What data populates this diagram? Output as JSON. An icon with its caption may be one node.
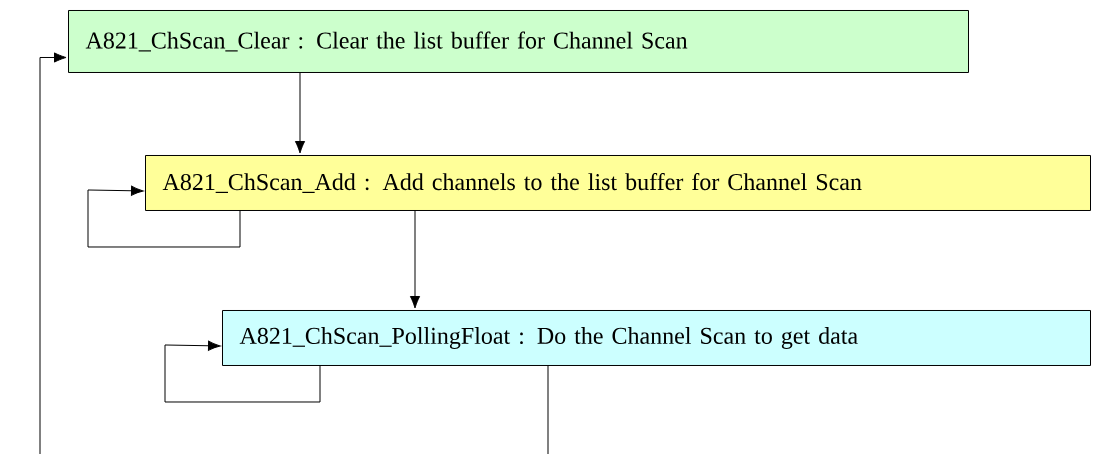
{
  "diagram": {
    "nodes": [
      {
        "text": [
          "A821_ChScan_Clear : Clear the list buffer for Channel Scan"
        ]
      },
      {
        "text": [
          "A821_ChScan_Add : Add channels to the list buffer for Channel Scan"
        ]
      },
      {
        "text": [
          "A821_ChScan_PollingFloat : Do the Channel Scan to get data"
        ]
      }
    ],
    "edges": [
      {
        "from": 0,
        "to": 1,
        "arrow": "to"
      },
      {
        "from": 1,
        "to": 1,
        "arrow": "to"
      },
      {
        "from": 1,
        "to": 2,
        "arrow": "to"
      },
      {
        "from": 2,
        "to": 2,
        "arrow": "to"
      },
      {
        "from": 2,
        "to": null,
        "arrow": "none"
      },
      {
        "from": null,
        "to": 0,
        "arrow": "to"
      }
    ]
  }
}
